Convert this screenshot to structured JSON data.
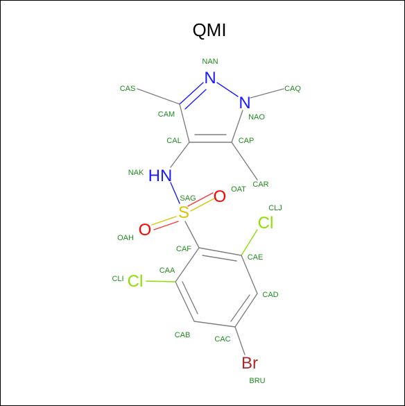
{
  "title": "QMI",
  "colors": {
    "carbon_label": "#1f8a1f",
    "nitrogen": "#1a1aff",
    "oxygen": "#ff0000",
    "sulfur": "#d6c400",
    "chlorine": "#8ce000",
    "bromine": "#a52a2a",
    "bond": "#7f7f7f"
  },
  "atoms": {
    "NAN": {
      "element": "N",
      "name": "NAN",
      "color": "#1a1aff"
    },
    "NAO": {
      "element": "N",
      "name": "NAO",
      "color": "#1a1aff"
    },
    "NAK": {
      "element": "HN",
      "name": "NAK",
      "color": "#1a1aff"
    },
    "SAG": {
      "element": "S",
      "name": "SAG",
      "color": "#d6c400"
    },
    "OAT": {
      "element": "O",
      "name": "OAT",
      "color": "#ff0000"
    },
    "OAH": {
      "element": "O",
      "name": "OAH",
      "color": "#ff0000"
    },
    "CLJ": {
      "element": "Cl",
      "name": "CLJ",
      "color": "#8ce000"
    },
    "CLI": {
      "element": "Cl",
      "name": "CLI",
      "color": "#8ce000"
    },
    "BRU": {
      "element": "Br",
      "name": "BRU",
      "color": "#a52a2a"
    }
  },
  "carbon_labels": {
    "CAS": "CAS",
    "CAQ": "CAQ",
    "CAM": "CAM",
    "CAL": "CAL",
    "CAP": "CAP",
    "CAR": "CAR",
    "CAF": "CAF",
    "CAE": "CAE",
    "CAA": "CAA",
    "CAD": "CAD",
    "CAB": "CAB",
    "CAC": "CAC"
  }
}
